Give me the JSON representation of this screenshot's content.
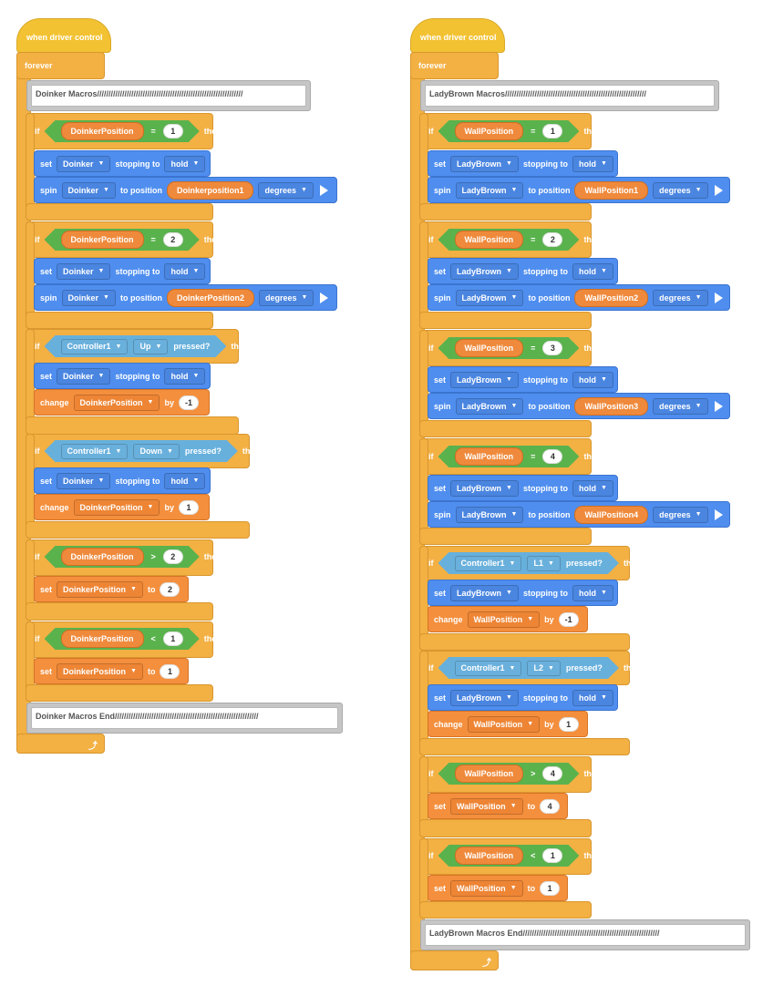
{
  "labels": {
    "hat": "when driver control",
    "forever": "forever",
    "if": "if",
    "then": "then",
    "set": "set",
    "stopping_to": "stopping to",
    "spin": "spin",
    "to_position": "to position",
    "change": "change",
    "by": "by",
    "to": "to",
    "pressed": "pressed?",
    "eq": "=",
    "gt": ">",
    "lt": "<",
    "loop_arrow": "⤴"
  },
  "left": {
    "comment_start": "Doinker Macros////////////////////////////////////////////////////////////////",
    "comment_end": "Doinker Macros End///////////////////////////////////////////////////////////////",
    "var": "DoinkerPosition",
    "motor": "Doinker",
    "hold": "hold",
    "degrees": "degrees",
    "controller": "Controller1",
    "if1": {
      "val": "1",
      "target": "Doinkerposition1"
    },
    "if2": {
      "val": "2",
      "target": "DoinkerPosition2"
    },
    "if3": {
      "button": "Up",
      "by": "-1"
    },
    "if4": {
      "button": "Down",
      "by": "1"
    },
    "if5": {
      "cmp": "2",
      "to": "2"
    },
    "if6": {
      "cmp": "1",
      "to": "1"
    }
  },
  "right": {
    "comment_start": "LadyBrown Macros//////////////////////////////////////////////////////////////",
    "comment_end": "LadyBrown Macros End////////////////////////////////////////////////////////////",
    "var": "WallPosition",
    "motor": "LadyBrown",
    "hold": "hold",
    "degrees": "degrees",
    "controller": "Controller1",
    "if1": {
      "val": "1",
      "target": "WallPosition1"
    },
    "if2": {
      "val": "2",
      "target": "WallPosition2"
    },
    "if3": {
      "val": "3",
      "target": "WallPosition3"
    },
    "if4": {
      "val": "4",
      "target": "WallPosition4"
    },
    "if5": {
      "button": "L1",
      "by": "-1"
    },
    "if6": {
      "button": "L2",
      "by": "1"
    },
    "if7": {
      "cmp": "4",
      "to": "4"
    },
    "if8": {
      "cmp": "1",
      "to": "1"
    }
  }
}
